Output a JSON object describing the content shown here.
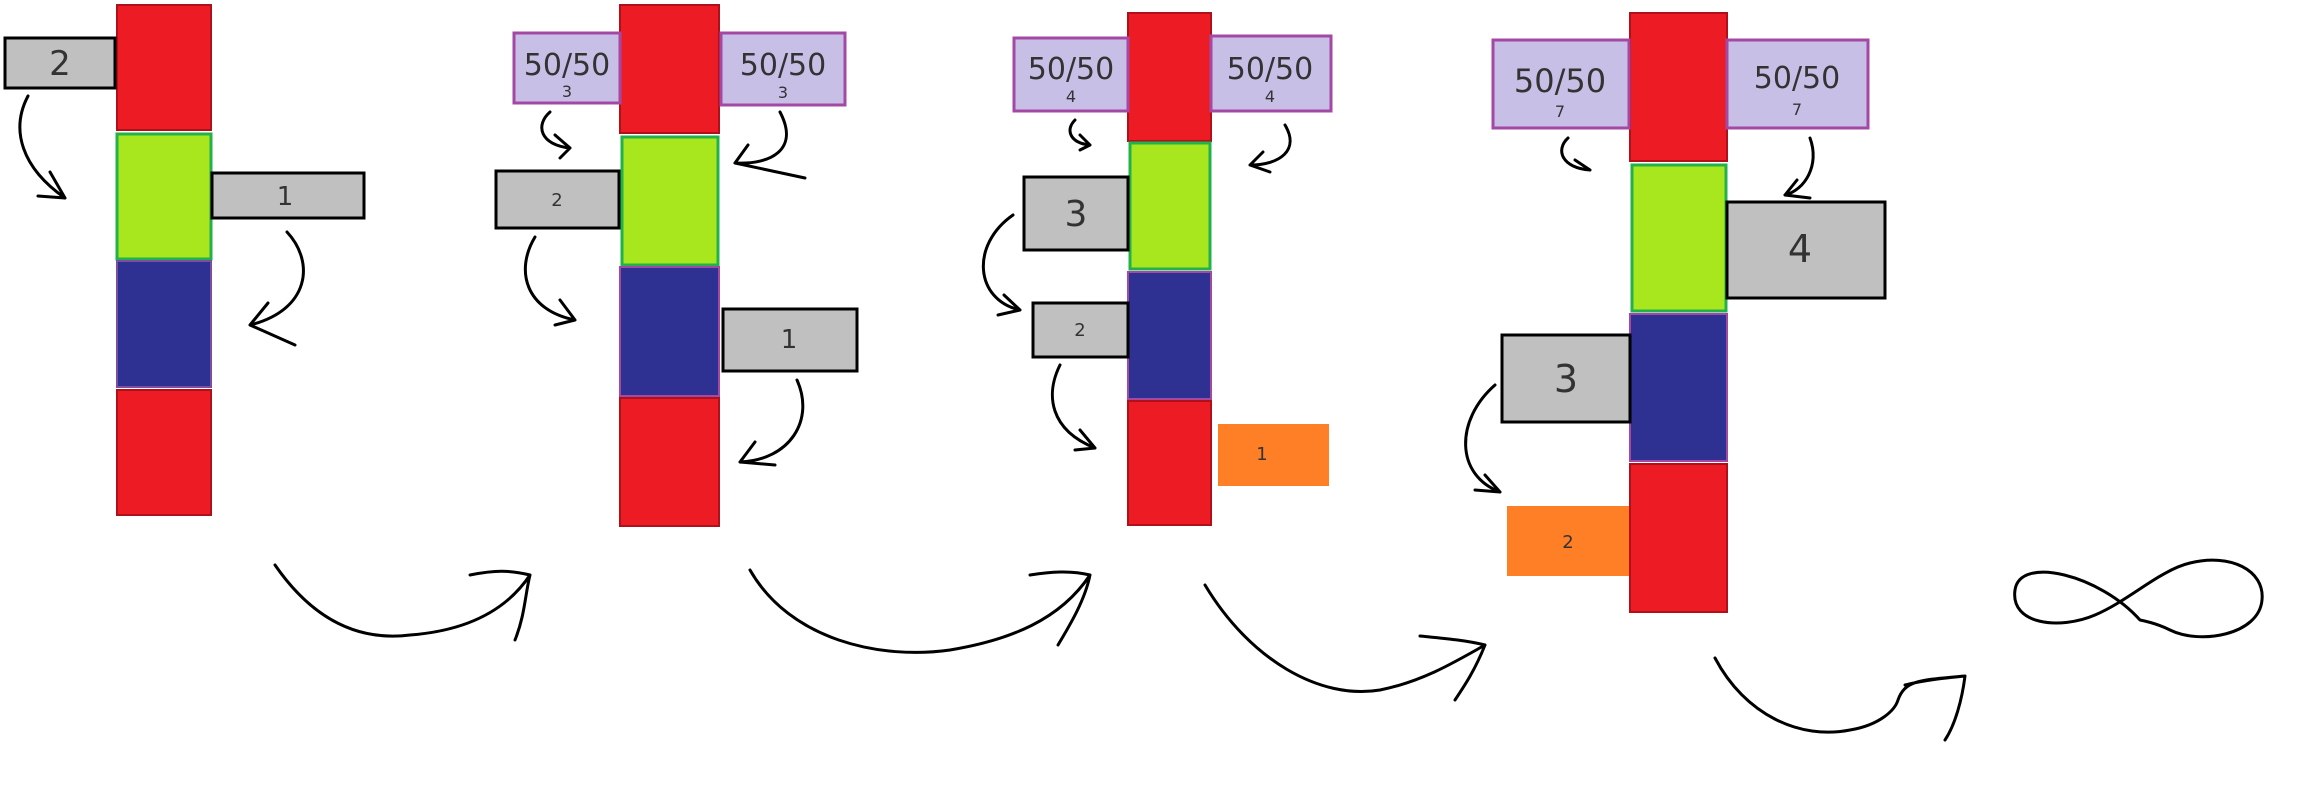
{
  "colors": {
    "tower_red": "#ed1c24",
    "tower_green": "#a8e61d",
    "tower_blue": "#2e3192",
    "label_gray": "#c0c0c0",
    "label_purple": "#c8bfe7",
    "label_purple_border": "#a349a4",
    "label_orange": "#ff7f27",
    "stroke": "#000000"
  },
  "panels": [
    {
      "labels": [
        {
          "text": "2",
          "color": "gray"
        },
        {
          "text": "1",
          "color": "gray"
        }
      ]
    },
    {
      "labels": [
        {
          "text": "50/50",
          "sub": "3",
          "color": "purple"
        },
        {
          "text": "50/50",
          "sub": "3",
          "color": "purple"
        },
        {
          "text": "2",
          "color": "gray"
        },
        {
          "text": "1",
          "color": "gray"
        }
      ]
    },
    {
      "labels": [
        {
          "text": "50/50",
          "sub": "4",
          "color": "purple"
        },
        {
          "text": "50/50",
          "sub": "4",
          "color": "purple"
        },
        {
          "text": "3",
          "color": "gray"
        },
        {
          "text": "2",
          "color": "gray"
        },
        {
          "text": "1",
          "color": "orange"
        }
      ]
    },
    {
      "labels": [
        {
          "text": "50/50",
          "sub": "7",
          "color": "purple"
        },
        {
          "text": "50/50",
          "sub": "7",
          "color": "purple"
        },
        {
          "text": "4",
          "color": "gray"
        },
        {
          "text": "3",
          "color": "gray"
        },
        {
          "text": "2",
          "color": "orange"
        }
      ]
    }
  ],
  "end_symbol": "infinity-symbol"
}
